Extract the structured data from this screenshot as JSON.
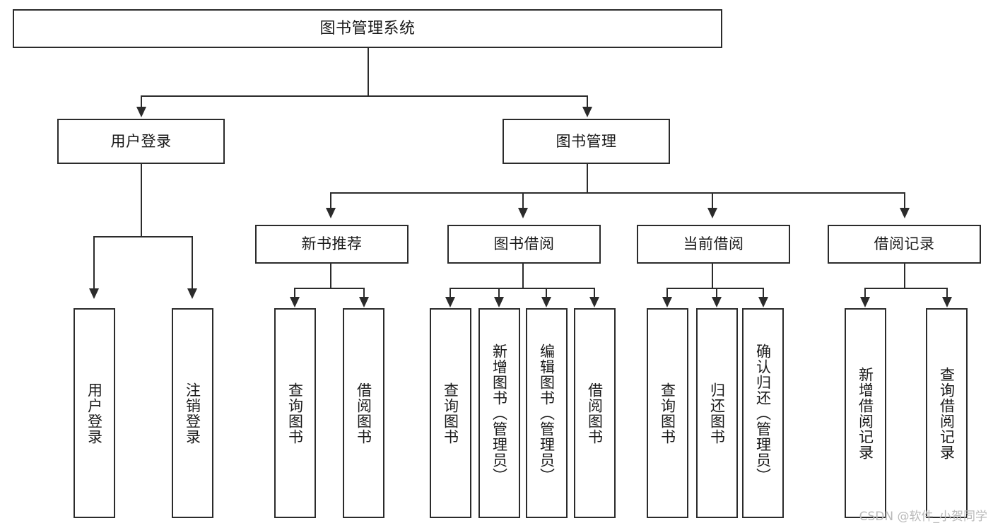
{
  "diagram": {
    "type": "tree",
    "title": "图书管理系统",
    "levels": 4,
    "nodes": {
      "root": {
        "label": "图书管理系统"
      },
      "level2": [
        {
          "id": "user-login",
          "label": "用户登录"
        },
        {
          "id": "book-manage",
          "label": "图书管理"
        }
      ],
      "level3": [
        {
          "id": "new-book-recommend",
          "label": "新书推荐"
        },
        {
          "id": "book-borrow",
          "label": "图书借阅"
        },
        {
          "id": "current-borrow",
          "label": "当前借阅"
        },
        {
          "id": "borrow-record",
          "label": "借阅记录"
        }
      ],
      "leaves": [
        {
          "id": "leaf-user-login",
          "label": "用户登录",
          "parent": "user-login"
        },
        {
          "id": "leaf-user-logout",
          "label": "注销登录",
          "parent": "user-login"
        },
        {
          "id": "leaf-query-book-1",
          "label": "查询图书",
          "parent": "new-book-recommend"
        },
        {
          "id": "leaf-borrow-book-1",
          "label": "借阅图书",
          "parent": "new-book-recommend"
        },
        {
          "id": "leaf-query-book-2",
          "label": "查询图书",
          "parent": "book-borrow"
        },
        {
          "id": "leaf-add-book",
          "label": "新增图书（管理员）",
          "parent": "book-borrow"
        },
        {
          "id": "leaf-edit-book",
          "label": "编辑图书（管理员）",
          "parent": "book-borrow"
        },
        {
          "id": "leaf-borrow-book-2",
          "label": "借阅图书",
          "parent": "book-borrow"
        },
        {
          "id": "leaf-query-book-3",
          "label": "查询图书",
          "parent": "current-borrow"
        },
        {
          "id": "leaf-return-book",
          "label": "归还图书",
          "parent": "current-borrow"
        },
        {
          "id": "leaf-confirm-return",
          "label": "确认归还（管理员）",
          "parent": "current-borrow"
        },
        {
          "id": "leaf-add-record",
          "label": "新增借阅记录",
          "parent": "borrow-record"
        },
        {
          "id": "leaf-query-record",
          "label": "查询借阅记录",
          "parent": "borrow-record"
        }
      ]
    },
    "colors": {
      "stroke": "#2b2b2b",
      "fill": "#ffffff",
      "text": "#1a1a1a",
      "watermark": "#b9b9b9"
    }
  },
  "watermark": {
    "text": "CSDN @软件_小贺同学"
  }
}
